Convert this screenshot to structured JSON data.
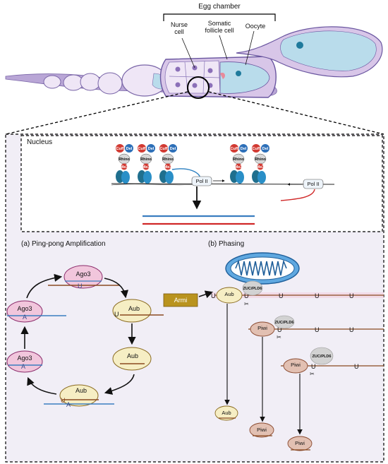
{
  "ovary": {
    "egg_chamber": "Egg chamber",
    "nurse_cell": [
      "Nurse",
      "cell"
    ],
    "somatic_follicle_cell": [
      "Somatic",
      "follicle cell"
    ],
    "oocyte": "Oocyte"
  },
  "nucleus": {
    "title": "Nucleus",
    "cuff": "Cuff",
    "del": "Del",
    "rhino": "Rhino",
    "me3": "Me3",
    "pol2": "Pol II"
  },
  "pingpong": {
    "title": "(a) Ping-pong Amplification",
    "ago3": "Ago3",
    "aub": "Aub",
    "u": "U",
    "a": "A"
  },
  "phasing": {
    "title": "(b) Phasing",
    "armi": "Armi",
    "aub": "Aub",
    "piwi": "Piwi",
    "zuc": "ZUC/PLD6",
    "u": "U"
  },
  "colors": {
    "dna": "#2a8fc7",
    "sense_rna": "#3a7ec0",
    "antisense_rna": "#d02828",
    "pirna_brown": "#8a4a20",
    "ago3_fill": "#f1c6dc",
    "aub_fill": "#f6eec4",
    "piwi_fill": "#e2c0b2",
    "armi_fill": "#b9931e",
    "panel_fill": "#f1eef6"
  }
}
